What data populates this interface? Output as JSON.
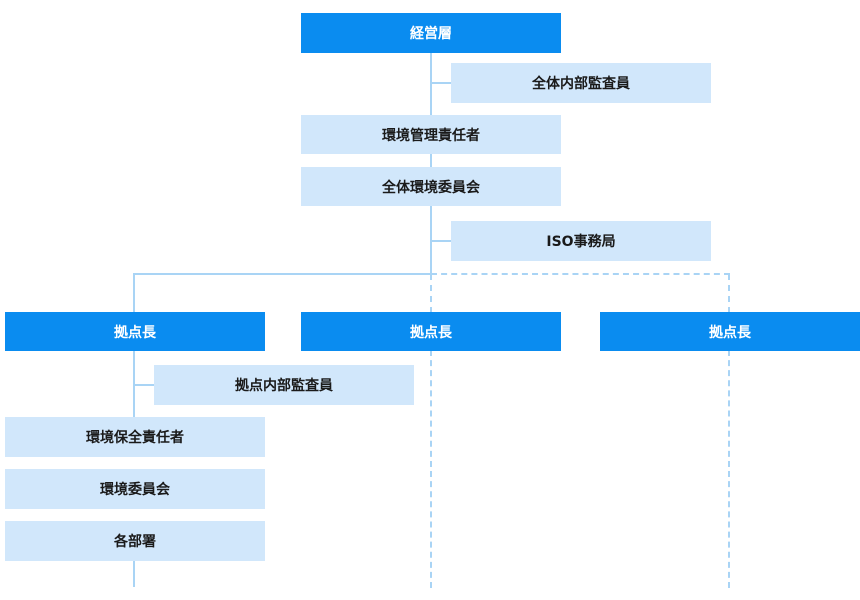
{
  "org": {
    "top": "経営層",
    "audit": "全体内部監査員",
    "env_manager": "環境管理責任者",
    "committee": "全体環境委員会",
    "iso_office": "ISO事務局",
    "sites": [
      {
        "label": "拠点長"
      },
      {
        "label": "拠点長"
      },
      {
        "label": "拠点長"
      }
    ],
    "site_audit": "拠点内部監査員",
    "site_units": [
      {
        "label": "環境保全責任者"
      },
      {
        "label": "環境委員会"
      },
      {
        "label": "各部署"
      }
    ]
  }
}
